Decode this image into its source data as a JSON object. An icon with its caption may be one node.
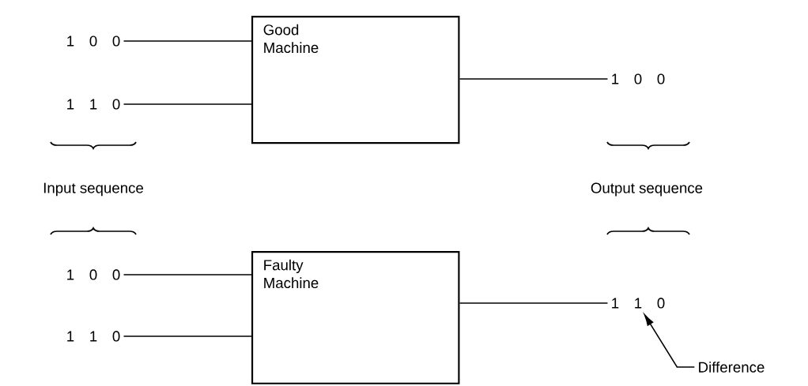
{
  "diagram": {
    "nodes": [
      {
        "text": [
          "Good Machine"
        ]
      },
      {
        "text": [
          "1 0 0"
        ]
      },
      {
        "text": [
          "1 1 0"
        ]
      },
      {
        "text": [
          "1 0 0"
        ]
      },
      {
        "text": [
          "Faulty Machine"
        ]
      },
      {
        "text": [
          "1 0 0"
        ]
      },
      {
        "text": [
          "1 1 0"
        ]
      },
      {
        "text": [
          "1 1 0"
        ]
      },
      {
        "text": [
          "Difference"
        ]
      }
    ],
    "edges": [
      {
        "from": 1,
        "to": 0,
        "arrow": "none"
      },
      {
        "from": 2,
        "to": 0,
        "arrow": "none"
      },
      {
        "from": 0,
        "to": 3,
        "arrow": "none"
      },
      {
        "from": 5,
        "to": 4,
        "arrow": "none"
      },
      {
        "from": 6,
        "to": 4,
        "arrow": "none"
      },
      {
        "from": 4,
        "to": 7,
        "arrow": "none"
      },
      {
        "from": 8,
        "to": 7,
        "arrow": "to"
      }
    ],
    "labels": [
      "Input sequence",
      "Output sequence"
    ]
  }
}
